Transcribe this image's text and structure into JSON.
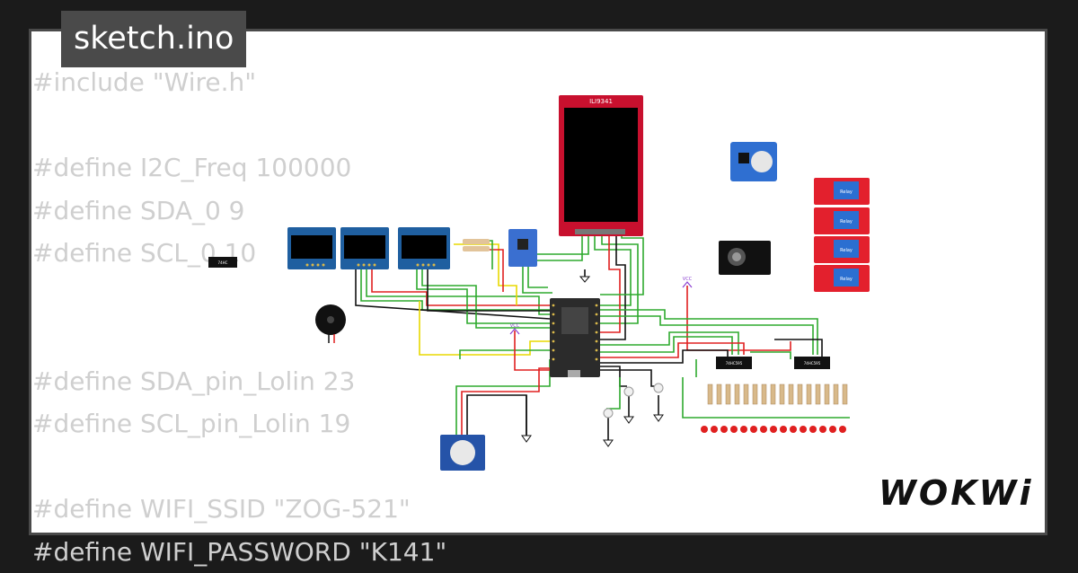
{
  "tab": {
    "title": "sketch.ino"
  },
  "code": {
    "lines": [
      "#include \"Wire.h\"",
      "",
      "#define I2C_Freq 100000",
      "#define SDA_0 9",
      "#define SCL_0 10",
      "",
      "",
      "#define SDA_pin_Lolin 23",
      "#define SCL_pin_Lolin 19",
      "",
      "#define WIFI_SSID \"ZOG-521\"",
      "#define WIFI_PASSWORD \"K141\""
    ]
  },
  "circuit": {
    "display_label": "ILI9341",
    "relay_label": "Relay",
    "vcc_label": "VCC",
    "chip_label": "74HC595"
  },
  "logo": {
    "text": "WOKWi"
  },
  "colors": {
    "background": "#1b1b1b",
    "card": "#ffffff",
    "tab": "#4a4a4a",
    "code_text": "#cfcfcf",
    "wire_green": "#2eaa2e",
    "wire_red": "#e02020",
    "wire_yellow": "#e8d800",
    "wire_black": "#111111",
    "relay_red": "#e3202d",
    "display_frame": "#c8102e",
    "oled_blue": "#1f5fa0"
  }
}
